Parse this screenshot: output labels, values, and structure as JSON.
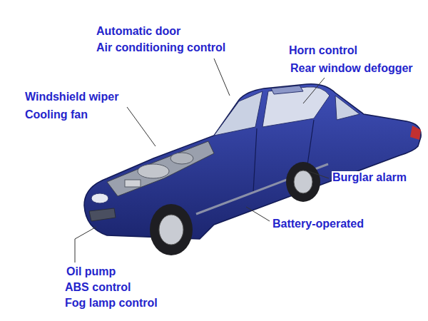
{
  "diagram": {
    "labels": [
      "Automatic door",
      "Air conditioning control",
      "Horn control",
      "Rear window defogger",
      "Windshield wiper",
      "Cooling fan",
      "Burglar alarm",
      "Battery-operated",
      "Oil pump",
      "ABS control",
      "Fog lamp control"
    ]
  }
}
